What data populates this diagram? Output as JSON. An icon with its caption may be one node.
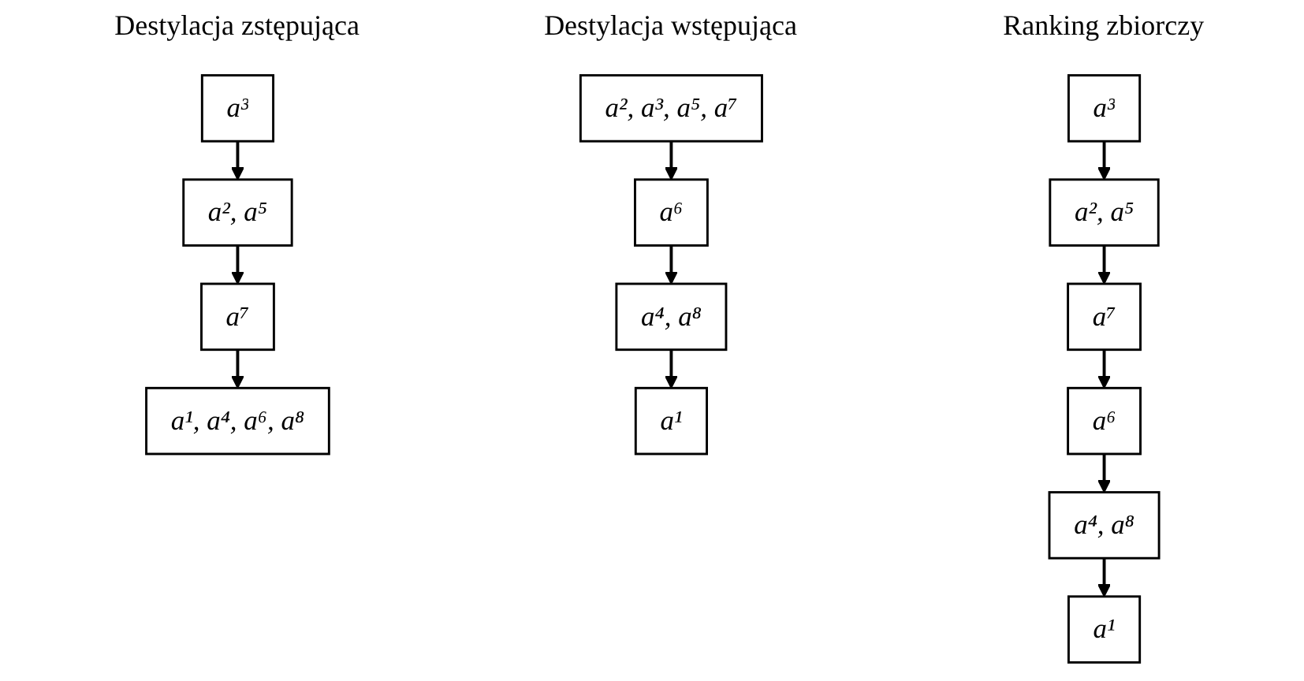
{
  "diagram": {
    "nodes": [
      {
        "text": [
          "a³"
        ]
      },
      {
        "text": [
          "a², a⁵"
        ]
      },
      {
        "text": [
          "a⁷"
        ]
      },
      {
        "text": [
          "a¹, a⁴, a⁶, a⁸"
        ]
      },
      {
        "text": [
          "a², a³, a⁵, a⁷"
        ]
      },
      {
        "text": [
          "a⁶"
        ]
      },
      {
        "text": [
          "a⁴, a⁸"
        ]
      },
      {
        "text": [
          "a¹"
        ]
      },
      {
        "text": [
          "a³"
        ]
      },
      {
        "text": [
          "a², a⁵"
        ]
      },
      {
        "text": [
          "a⁷"
        ]
      },
      {
        "text": [
          "a⁶"
        ]
      },
      {
        "text": [
          "a⁴, a⁸"
        ]
      },
      {
        "text": [
          "a¹"
        ]
      }
    ],
    "edges": [
      {
        "from": 0,
        "to": 1,
        "arrow": "to"
      },
      {
        "from": 1,
        "to": 2,
        "arrow": "to"
      },
      {
        "from": 2,
        "to": 3,
        "arrow": "to"
      },
      {
        "from": 4,
        "to": 5,
        "arrow": "to"
      },
      {
        "from": 5,
        "to": 6,
        "arrow": "to"
      },
      {
        "from": 6,
        "to": 7,
        "arrow": "to"
      },
      {
        "from": 8,
        "to": 9,
        "arrow": "to"
      },
      {
        "from": 9,
        "to": 10,
        "arrow": "to"
      },
      {
        "from": 10,
        "to": 11,
        "arrow": "to"
      },
      {
        "from": 11,
        "to": 12,
        "arrow": "to"
      },
      {
        "from": 12,
        "to": 13,
        "arrow": "to"
      }
    ],
    "labels": [
      "Destylacja zstępująca",
      "Destylacja wstępująca",
      "Ranking zbiorczy"
    ]
  }
}
